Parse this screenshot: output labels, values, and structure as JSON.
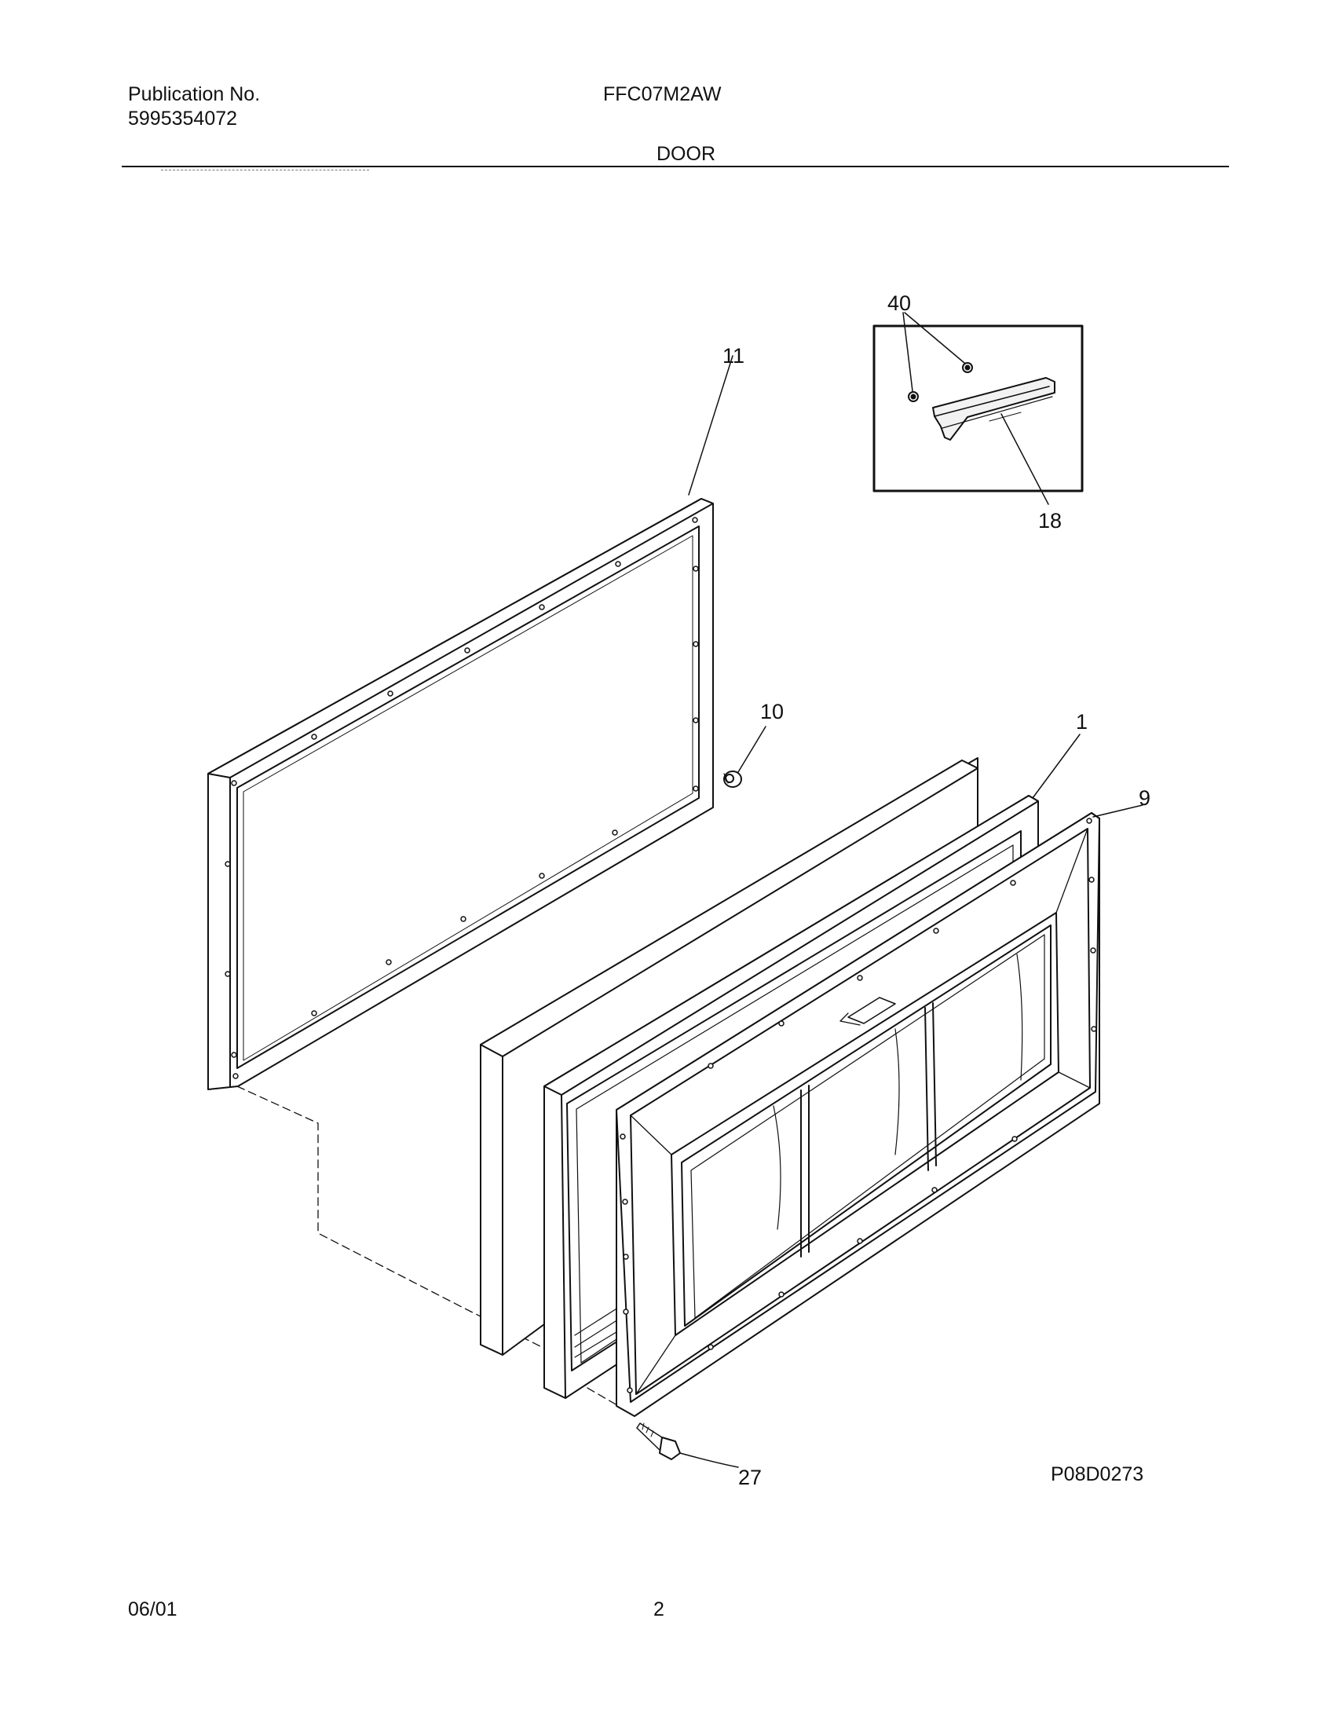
{
  "header": {
    "publication_label": "Publication No.",
    "publication_number": "5995354072",
    "model": "FFC07M2AW",
    "section_title": "DOOR"
  },
  "callouts": {
    "c40": "40",
    "c11": "11",
    "c18": "18",
    "c10": "10",
    "c1": "1",
    "c9": "9",
    "c27": "27"
  },
  "drawing_code": "P08D0273",
  "footer": {
    "date": "06/01",
    "page_number": "2"
  }
}
